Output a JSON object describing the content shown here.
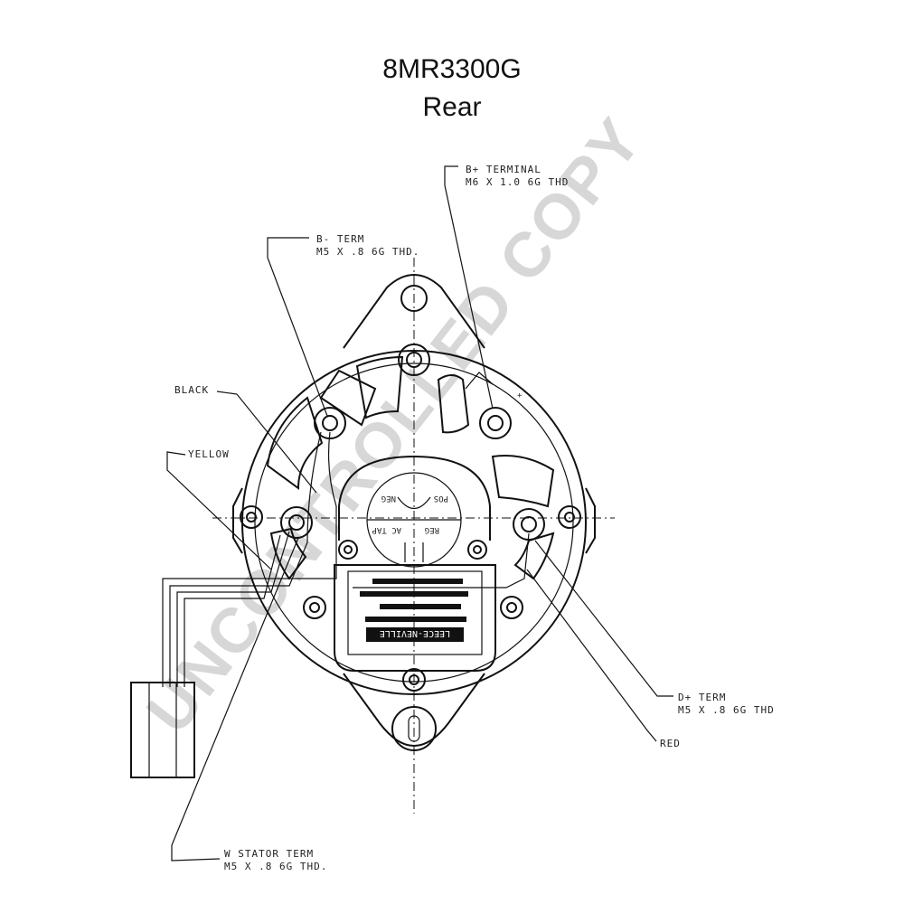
{
  "title": {
    "model": "8MR3300G",
    "view": "Rear"
  },
  "callouts": {
    "b_plus": {
      "line1": "B+ TERMINAL",
      "line2": "M6 X 1.0 6G THD"
    },
    "b_minus": {
      "line1": "B- TERM",
      "line2": "M5 X .8 6G THD."
    },
    "black": "BLACK",
    "yellow": "YELLOW",
    "d_plus": {
      "line1": "D+ TERM",
      "line2": "M5 X .8 6G THD"
    },
    "red": "RED",
    "w_stator": {
      "line1": "W STATOR TERM",
      "line2": "M5 X .8 6G THD."
    }
  },
  "regulator_labels": {
    "neg": "NEG",
    "pos": "POS",
    "ac_tap": "AC TAP",
    "reg": "REG"
  },
  "nameplate": "LEECE-NEVILLE",
  "watermark": "UNCONTROLLED COPY"
}
